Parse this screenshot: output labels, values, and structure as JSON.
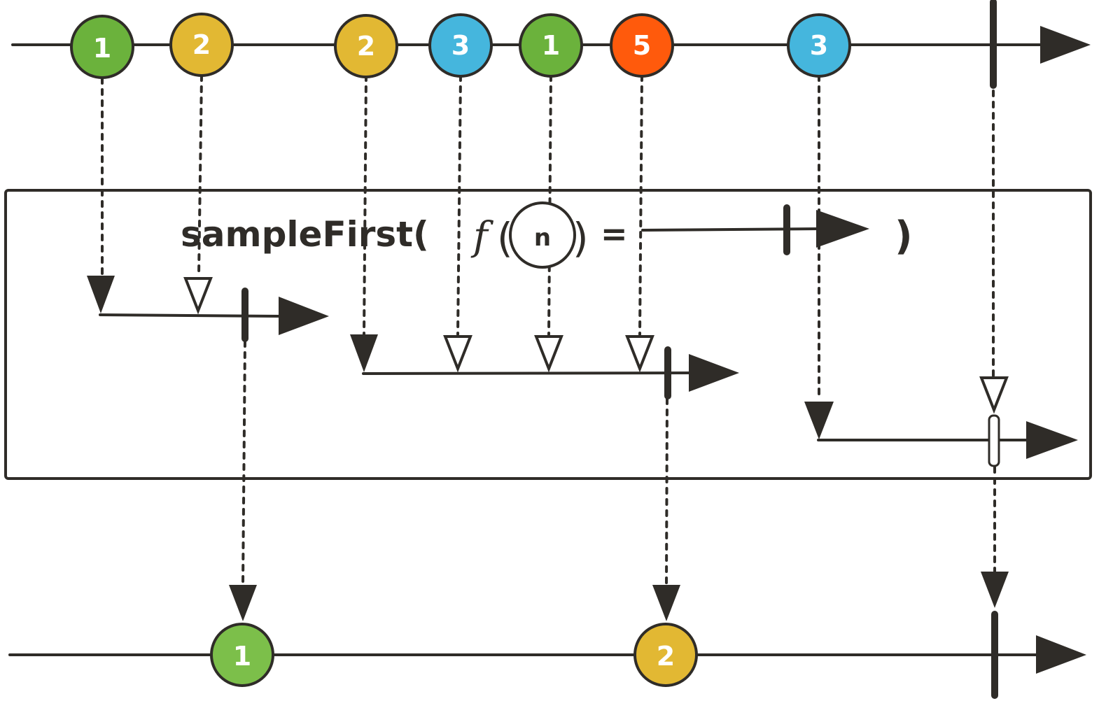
{
  "operator": {
    "name": "sampleFirst(",
    "fn": "f",
    "open_paren": "(",
    "param": "n",
    "close_paren": ")",
    "equals": "=",
    "end_paren": ")"
  },
  "colors": {
    "green": "#6bb23c",
    "yellow": "#e2b833",
    "blue": "#45b6dd",
    "orange": "#ff5a0c",
    "green_light": "#7cbf4a",
    "ink": "#2f2c28"
  },
  "source_marbles": [
    {
      "label": "1",
      "color": "green"
    },
    {
      "label": "2",
      "color": "yellow"
    },
    {
      "label": "2",
      "color": "yellow"
    },
    {
      "label": "3",
      "color": "blue"
    },
    {
      "label": "1",
      "color": "green"
    },
    {
      "label": "5",
      "color": "orange"
    },
    {
      "label": "3",
      "color": "blue"
    }
  ],
  "result_marbles": [
    {
      "label": "1",
      "color": "green_light"
    },
    {
      "label": "2",
      "color": "yellow"
    }
  ]
}
